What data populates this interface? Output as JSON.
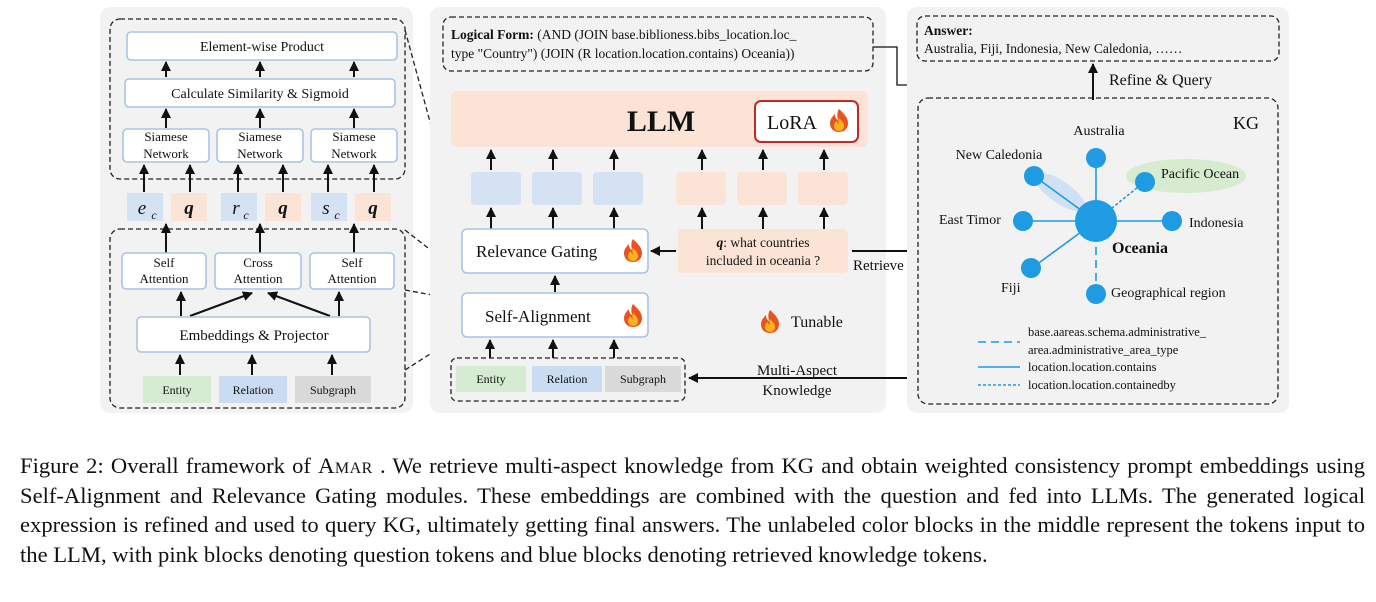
{
  "left_panel": {
    "element_wise": "Element-wise Product",
    "similarity": "Calculate Similarity & Sigmoid",
    "siamese": [
      "Siamese",
      "Network"
    ],
    "vectors": [
      {
        "sym": "e",
        "sub": "c"
      },
      {
        "sym": "q"
      },
      {
        "sym": "r",
        "sub": "c"
      },
      {
        "sym": "q"
      },
      {
        "sym": "s",
        "sub": "c"
      },
      {
        "sym": "q"
      }
    ],
    "self_attention": [
      "Self",
      "Attention"
    ],
    "cross_attention": [
      "Cross",
      "Attention"
    ],
    "embeddings": "Embeddings & Projector",
    "inputs": [
      "Entity",
      "Relation",
      "Subgraph"
    ]
  },
  "middle_panel": {
    "logical_form_label": "Logical Form:",
    "logical_form_line1": " (AND (JOIN base.biblioness.bibs_location.loc_",
    "logical_form_line2": "type \"Country\") (JOIN (R location.location.contains) Oceania))",
    "llm": "LLM",
    "lora": "LoRA",
    "relevance_gating": "Relevance Gating",
    "self_alignment": "Self-Alignment",
    "question_label": "q",
    "question_line1": ": what countries",
    "question_line2": "included in oceania ?",
    "retrieve": "Retrieve",
    "tunable": "Tunable",
    "inputs": [
      "Entity",
      "Relation",
      "Subgraph"
    ],
    "multi_aspect": [
      "Multi-Aspect",
      "Knowledge"
    ]
  },
  "right_panel": {
    "answer_label": "Answer:",
    "answer_text": "Australia, Fiji, Indonesia, New Caledonia, ……",
    "refine_query": "Refine & Query",
    "kg_label": "KG",
    "nodes": {
      "australia": "Australia",
      "new_caledonia": "New Caledonia",
      "pacific_ocean": "Pacific Ocean",
      "east_timor": "East Timor",
      "indonesia": "Indonesia",
      "oceania": "Oceania",
      "fiji": "Fiji",
      "geographical_region": "Geographical region"
    },
    "legend": [
      {
        "style": "dashed-long",
        "text_lines": [
          "base.aareas.schema.administrative_",
          "area.administrative_area_type"
        ]
      },
      {
        "style": "solid",
        "text_lines": [
          "location.location.contains"
        ]
      },
      {
        "style": "dashed-short",
        "text_lines": [
          "location.location.containedby"
        ]
      }
    ]
  },
  "caption": {
    "prefix": "Figure 2: Overall framework of ",
    "model": "Amar",
    "body": " . We retrieve multi-aspect knowledge from KG and obtain weighted consistency prompt embeddings using Self-Alignment and Relevance Gating modules. These embeddings are combined with the question and fed into LLMs. The generated logical expression is refined and used to query KG, ultimately getting final answers. The unlabeled color blocks in the middle represent the tokens input to the LLM, with pink blocks denoting question tokens and blue blocks denoting retrieved knowledge tokens."
  },
  "colors": {
    "panel_bg": "#f2f2f2",
    "box_border": "#a9c4e4",
    "entity": "#d6ecd2",
    "relation": "#c9dcf1",
    "subgraph": "#d9d9d9",
    "token_blue": "#d4e2f4",
    "token_pink": "#fbe4d6",
    "llm_band": "#fbe4d6",
    "lora_border": "#c0282c",
    "kg_node": "#1e9be3",
    "pacific_highlight": "#d7ebcf",
    "caledonia_highlight": "#cfe2f4"
  },
  "icons": [
    "arrow-up-icon",
    "flame-icon"
  ]
}
